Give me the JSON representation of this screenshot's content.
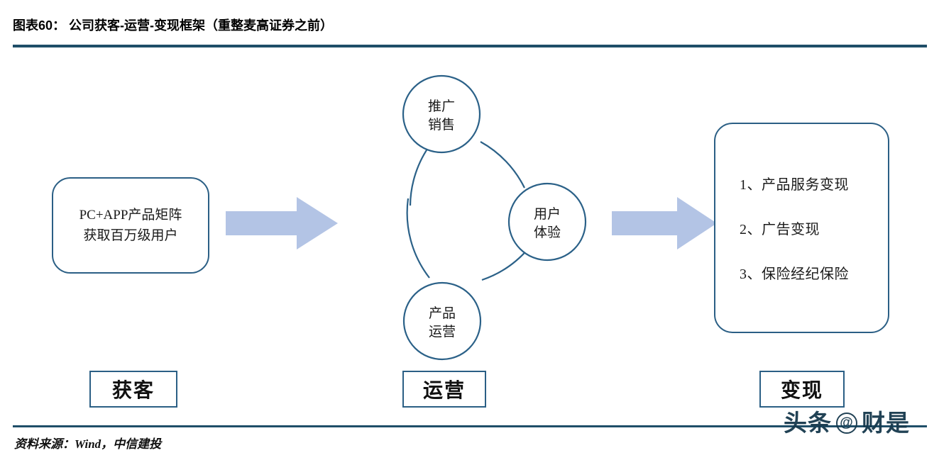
{
  "figure": {
    "title": "图表60：  公司获客-运营-变现框架（重整麦高证券之前）",
    "source": "资料来源：Wind，中信建投",
    "watermark": {
      "left_text": "头条",
      "at_symbol": "@",
      "right_text": "财是"
    },
    "colors": {
      "rule": "#1f4e68",
      "outline": "#2b5f85",
      "arrow": "#b3c4e5",
      "cycle_stroke": "#2b6188",
      "text": "#1a1a1a",
      "background": "#ffffff"
    }
  },
  "chart_data": {
    "type": "diagram",
    "title": "公司获客-运营-变现框架（重整麦高证券之前）",
    "stages": [
      {
        "id": "acquire",
        "label": "获客"
      },
      {
        "id": "operate",
        "label": "运营"
      },
      {
        "id": "monetize",
        "label": "变现"
      }
    ],
    "nodes": [
      {
        "id": "acquire-box",
        "shape": "rounded-rect",
        "lines": [
          "PC+APP产品矩阵",
          "获取百万级用户"
        ]
      },
      {
        "id": "cycle-top",
        "shape": "circle",
        "lines": [
          "推广",
          "销售"
        ]
      },
      {
        "id": "cycle-right",
        "shape": "circle",
        "lines": [
          "用户",
          "体验"
        ]
      },
      {
        "id": "cycle-bottom",
        "shape": "circle",
        "lines": [
          "产品",
          "运营"
        ]
      },
      {
        "id": "monetize-box",
        "shape": "rounded-rect",
        "lines": [
          "1、产品服务变现",
          "2、广告变现",
          "3、保险经纪保险"
        ]
      }
    ],
    "connectors": [
      {
        "from": "acquire-box",
        "to": "cycle",
        "style": "block-arrow",
        "direction": "right"
      },
      {
        "from": "cycle",
        "to": "monetize-box",
        "style": "block-arrow",
        "direction": "right"
      },
      {
        "from": "cycle-top",
        "to": "cycle-right",
        "style": "arc"
      },
      {
        "from": "cycle-right",
        "to": "cycle-bottom",
        "style": "arc"
      },
      {
        "from": "cycle-bottom",
        "to": "cycle-top",
        "style": "arc"
      }
    ]
  },
  "acquire_box": {
    "line1": "PC+APP产品矩阵",
    "line2": "获取百万级用户"
  },
  "cycle": {
    "top": {
      "line1": "推广",
      "line2": "销售"
    },
    "right": {
      "line1": "用户",
      "line2": "体验"
    },
    "bottom": {
      "line1": "产品",
      "line2": "运营"
    }
  },
  "monetize_box": {
    "item1": "1、产品服务变现",
    "item2": "2、广告变现",
    "item3": "3、保险经纪保险"
  },
  "stage_labels": {
    "acquire": "获客",
    "operate": "运营",
    "monetize": "变现"
  }
}
